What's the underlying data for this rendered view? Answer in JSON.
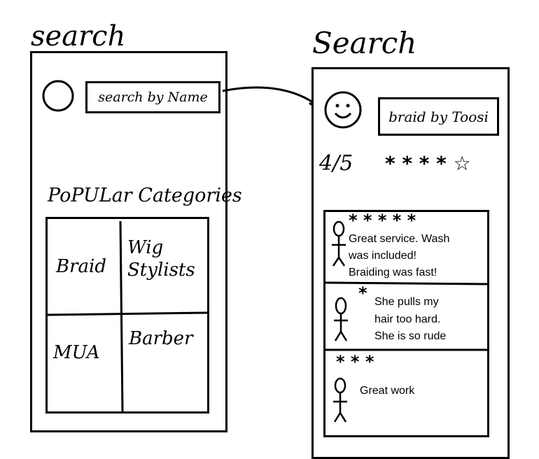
{
  "left_screen": {
    "title": "search",
    "search_field": "search by Name",
    "categories_heading": "PoPULar Categories",
    "categories": [
      "Braid",
      "Wig Stylists",
      "MUA",
      "Barber"
    ]
  },
  "right_screen": {
    "title": "Search",
    "result_name": "braid by Toosi",
    "rating_text": "4/5",
    "rating_stars": "* * * * ☆",
    "reviews": [
      {
        "stars": "* * * * *",
        "text_lines": [
          "Great service. Wash",
          "was included!",
          "Braiding was fast!"
        ]
      },
      {
        "stars": "*",
        "text_lines": [
          "She pulls my",
          "hair too hard.",
          "She is so rude"
        ]
      },
      {
        "stars": "* * *",
        "text_lines": [
          "Great work"
        ]
      }
    ]
  },
  "icons": [
    "profile-circle-icon",
    "smiley-face-icon",
    "stick-figure-icon"
  ]
}
